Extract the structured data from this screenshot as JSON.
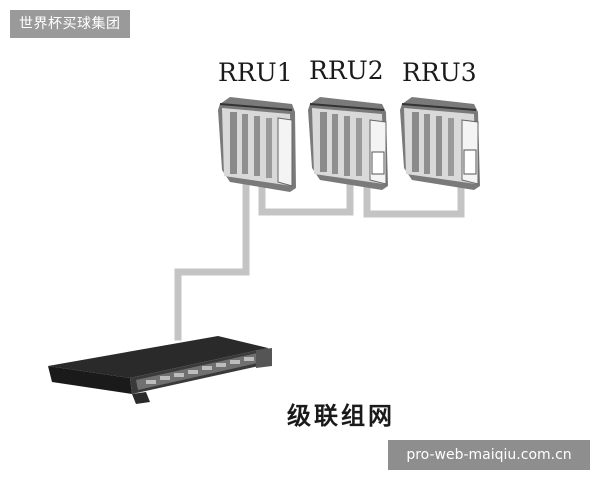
{
  "watermark": {
    "top_text": "世界杯买球集团",
    "bottom_text": "pro-web-maiqiu.com.cn"
  },
  "units": [
    {
      "label": "RRU1"
    },
    {
      "label": "RRU2"
    },
    {
      "label": "RRU3"
    }
  ],
  "caption": "级联组网",
  "colors": {
    "cable": "#c4c4c4",
    "unit_body": "#d9d9d9",
    "unit_shadow": "#555555",
    "bbu_body": "#2a2a2a"
  }
}
